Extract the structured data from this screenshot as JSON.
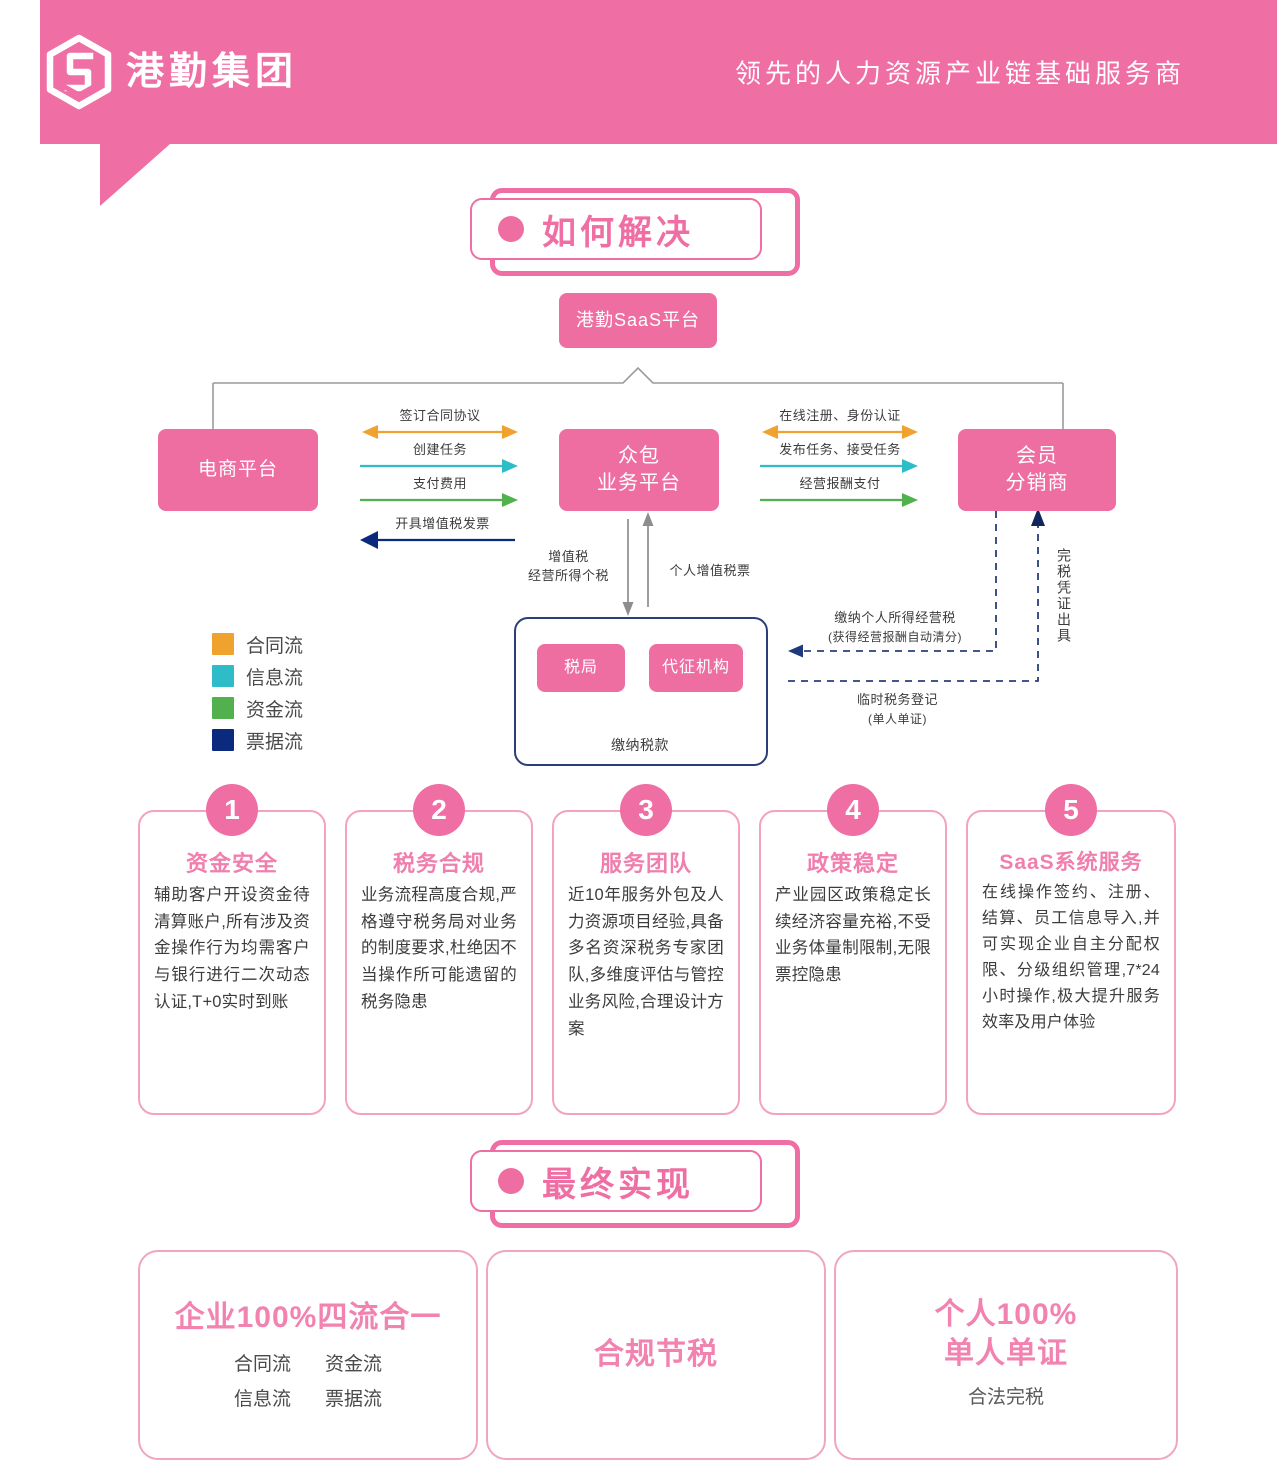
{
  "header": {
    "logo_icon": "hexagon-ribbon-logo",
    "logo_text": "港勤集团",
    "slogan": "领先的人力资源产业链基础服务商",
    "bg_color": "#ef6ea3"
  },
  "section1": {
    "banner_title": "如何解决",
    "banner_dot_icon": "bullet-dot-icon"
  },
  "diagram": {
    "saas_platform": "港勤SaaS平台",
    "node_ecommerce": "电商平台",
    "node_crowdsourcing_line1": "众包",
    "node_crowdsourcing_line2": "业务平台",
    "node_member_line1": "会员",
    "node_member_line2": "分销商",
    "left_flows": [
      {
        "label": "签订合同协议",
        "color": "#f0a22e",
        "dir": "both"
      },
      {
        "label": "创建任务",
        "color": "#2fbcc9",
        "dir": "right"
      },
      {
        "label": "支付费用",
        "color": "#52b14e",
        "dir": "right"
      },
      {
        "label": "开具增值税发票",
        "color": "#0c2a7d",
        "dir": "left"
      }
    ],
    "right_flows": [
      {
        "label": "在线注册、身份认证",
        "color": "#f0a22e",
        "dir": "both"
      },
      {
        "label": "发布任务、接受任务",
        "color": "#2fbcc9",
        "dir": "right"
      },
      {
        "label": "经营报酬支付",
        "color": "#52b14e",
        "dir": "right"
      }
    ],
    "mid_down_label_line1": "增值税",
    "mid_down_label_line2": "经营所得个税",
    "mid_up_label": "个人增值税票",
    "tax_bureau": "税局",
    "tax_agent": "代征机构",
    "tax_pay_label": "缴纳税款",
    "dashed_pay_line1": "缴纳个人所得经营税",
    "dashed_pay_line2": "(获得经营报酬自动清分)",
    "dashed_reg_line1": "临时税务登记",
    "dashed_reg_line2": "(单人单证)",
    "vertical_label": "完税凭证出具",
    "legend": [
      {
        "label": "合同流",
        "color": "#f0a22e"
      },
      {
        "label": "信息流",
        "color": "#2fbcc9"
      },
      {
        "label": "资金流",
        "color": "#52b14e"
      },
      {
        "label": "票据流",
        "color": "#0c2a7d"
      }
    ]
  },
  "cards": [
    {
      "num": "1",
      "title": "资金安全",
      "body": "辅助客户开设资金待清算账户,所有涉及资金操作行为均需客户与银行进行二次动态认证,T+0实时到账"
    },
    {
      "num": "2",
      "title": "税务合规",
      "body": "业务流程高度合规,严格遵守税务局对业务的制度要求,杜绝因不当操作所可能遗留的税务隐患"
    },
    {
      "num": "3",
      "title": "服务团队",
      "body": "近10年服务外包及人力资源项目经验,具备多名资深税务专家团队,多维度评估与管控业务风险,合理设计方案"
    },
    {
      "num": "4",
      "title": "政策稳定",
      "body": "产业园区政策稳定长续经济容量充裕,不受业务体量制限制,无限票控隐患"
    },
    {
      "num": "5",
      "title": "SaaS系统服务",
      "body": "在线操作签约、注册、结算、员工信息导入,并可实现企业自主分配权限、分级组织管理,7*24小时操作,极大提升服务效率及用户体验"
    }
  ],
  "section2": {
    "banner_title": "最终实现",
    "banner_dot_icon": "bullet-dot-icon"
  },
  "results": [
    {
      "title": "企业100%四流合一",
      "items": [
        "合同流",
        "资金流",
        "信息流",
        "票据流"
      ],
      "sub": ""
    },
    {
      "title": "合规节税",
      "items": [],
      "sub": ""
    },
    {
      "title_line1": "个人100%",
      "title_line2": "单人单证",
      "items": [],
      "sub": "合法完税"
    }
  ],
  "colors": {
    "brand_pink": "#ef6ea3",
    "light_pink_border": "#f3a2c1",
    "contract_orange": "#f0a22e",
    "info_cyan": "#2fbcc9",
    "fund_green": "#52b14e",
    "invoice_navy": "#0c2a7d",
    "tax_box_border": "#2a3f7a"
  }
}
